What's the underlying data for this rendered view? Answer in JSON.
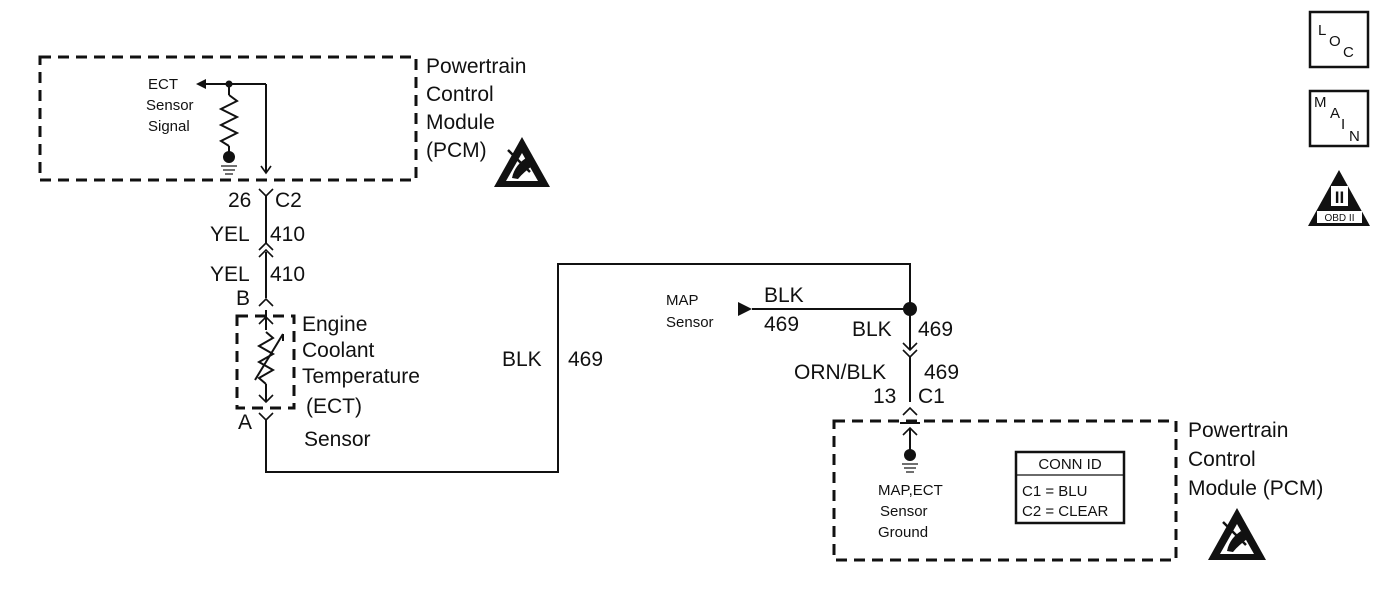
{
  "pcm_top": {
    "lines": [
      "Powertrain",
      "Control",
      "Module",
      "(PCM)"
    ],
    "signal_lines": [
      "ECT",
      "Sensor",
      "Signal"
    ]
  },
  "connector_top": {
    "pin": "26",
    "id": "C2"
  },
  "wire_410_upper": {
    "color": "YEL",
    "circuit": "410"
  },
  "wire_410_lower": {
    "color": "YEL",
    "circuit": "410"
  },
  "ect_sensor": {
    "pin_b": "B",
    "pin_a": "A",
    "lines": [
      "Engine",
      "Coolant",
      "Temperature",
      "(ECT)",
      "Sensor"
    ]
  },
  "wire_469_center": {
    "color": "BLK",
    "circuit": "469"
  },
  "map_sensor": {
    "lines": [
      "MAP",
      "Sensor"
    ],
    "wire_color": "BLK",
    "wire_circuit": "469"
  },
  "wire_469_right": {
    "color": "BLK",
    "circuit": "469"
  },
  "wire_469_orn": {
    "color": "ORN/BLK",
    "circuit": "469"
  },
  "connector_bottom": {
    "pin": "13",
    "id": "C1"
  },
  "pcm_bottom": {
    "lines": [
      "Powertrain",
      "Control",
      "Module (PCM)"
    ],
    "ground_lines": [
      "MAP,ECT",
      "Sensor",
      "Ground"
    ]
  },
  "conn_id_table": {
    "header": "CONN ID",
    "rows": [
      "C1 = BLU",
      "C2 = CLEAR"
    ]
  },
  "icons": {
    "loc": [
      "L",
      "O",
      "C"
    ],
    "main": [
      "M",
      "A",
      "I",
      "N"
    ],
    "obd": {
      "numeral": "II",
      "label": "OBD II"
    }
  }
}
